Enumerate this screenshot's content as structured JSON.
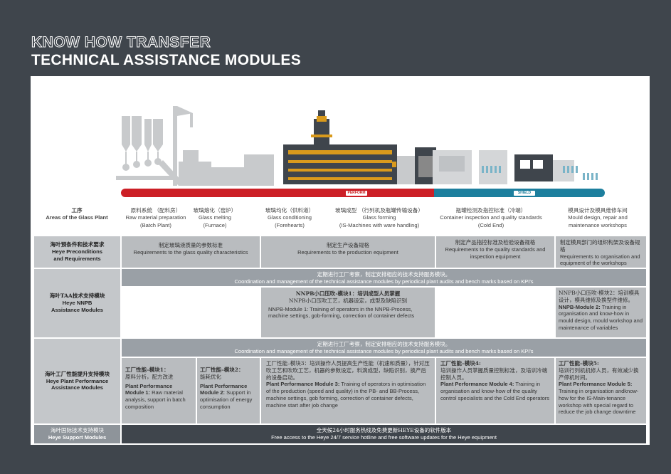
{
  "header": {
    "title_outline": "KNOW HOW TRANSFER",
    "title": "TECHNICAL ASSISTANCE MODULES"
  },
  "process": {
    "logo_perform": "PERFORM",
    "logo_shield": "SHIELD",
    "areas_label_zh": "工序",
    "areas_label_en": "Areas of the Glass Plant",
    "areas": [
      {
        "zh": "原料系统 （配料房）",
        "en1": "Raw material preparation",
        "en2": "(Batch Plant)"
      },
      {
        "zh": "玻璃熔化（窑炉）",
        "en1": "Glass melting",
        "en2": "(Furnace)"
      },
      {
        "zh": "玻璃均化（供料道）",
        "en1": "Glass conditioning",
        "en2": "(Forehearts)"
      },
      {
        "zh": "玻璃成型 （行列机及瓶罐传输设备）",
        "en1": "Glass forming",
        "en2": "(IS-Machines with ware handling)"
      },
      {
        "zh": "瓶罐检测及指控标准（冷端）",
        "en1": "Container inspection and quality standards",
        "en2": "(Cold End)"
      },
      {
        "zh": "模具设计及模具维修车间",
        "en1": "Mould design, repair and",
        "en2": "maintenance workshops"
      }
    ]
  },
  "rows": {
    "preconditions": {
      "zh": "海叶预条件和技术要求",
      "en1": "Heye Preconditions",
      "en2": "and Requirements",
      "cells": [
        {
          "zh": "制定玻璃液质量的参数标准",
          "en": "Requirements to the glass quality characteristics"
        },
        {
          "zh": "制定生产设备规格",
          "en": "Requirements to the production equipment"
        },
        {
          "zh": "制定产品指控标准及检验设备规格",
          "en": "Requirements to the quality standards and inspection equipment"
        },
        {
          "zh": "制定模具部门的组织构架及设备规格",
          "en": "Requirements to organisation and equipment of the workshops"
        }
      ]
    },
    "nnpb": {
      "zh": "海叶TAA技术支持模块",
      "en1": "Heye NNPB",
      "en2": "Assistance Modules",
      "coord_zh": "定期进行工厂考察，制定安排相应的技术支持服务模块。",
      "coord_en": "Coordination and management of the technical assistance modules by periodical plant audits and bench marks based on KPI's",
      "m1_zh1": "NNPB小口压吹-模块1：培训成型人员掌握",
      "m1_zh2": "NNPB小口压吹工艺，机器设定，成型及缺陷识别",
      "m1_en": "NNPB-Module 1: Training of operators in the NNPB-Process, machine settings, gob-forming, correction of container defects",
      "m2_zh": "NNPB小口压吹-模块2：培训模具设计，模具维修及换型件维修。",
      "m2_en_b": "NNPB-Module 2:",
      "m2_en": "Training in organisation and know-how in mould design, mould workshop and maintenance of variables"
    },
    "performance": {
      "zh": "海叶工厂性能提升支持模块",
      "en1": "Heye Plant Performance",
      "en2": "Assistance Modules",
      "coord_zh": "定期进行工厂考察，制定安排相应的技术支持服务模块。",
      "coord_en": "Coordination and management of the technical assistance modules by periodical plant audits and bench marks based on KPI's",
      "m1_zh1": "工厂性能–模块1：",
      "m1_zh2": "原料分析，配方改进",
      "m1_en_b": "Plant Performance Module 1:",
      "m1_en": "Raw material analysis, support in batch composition",
      "m2_zh1": "工厂性能–模块2：",
      "m2_zh2": "能耗优化",
      "m2_en_b": "Plant Performance Module 2:",
      "m2_en": "Support in optimisation of energy consumption",
      "m3_zh": "工厂性能–模块3：培训操作人员提高生产性能（机速和质量），针对压吹工艺和吹吹工艺，机器的参数设定，料滴成型，缺陷识别，换产后的设备启动。",
      "m3_en_b": "Plant Performance Module 3:",
      "m3_en": "Training of operators in optimisation of the production (speed and quality) in the PB- and BB-Process, machine settings, gob forming, correction of container defects, machine start after job change",
      "m4_zh1": "工厂性能–模块4:",
      "m4_zh2": "培训操作人员掌握质量控制标准，及培训冷端控制人员。",
      "m4_en_b": "Plant Performance Module 4:",
      "m4_en": "Training in organisation and know-how of the quality control specialists and the Cold End operators",
      "m5_zh1": "工厂性能–模块5:",
      "m5_zh2": "培训行列机机修人员，有效减少换产停机时间。",
      "m5_en_b": "Plant Performance Module 5:",
      "m5_en": "Training in organisation andknow-how for the IS-Main-tenance workshop with special regard to reduce the job change downtime"
    },
    "support": {
      "zh": "海叶国际技术支持模块",
      "en": "Heye Support Modules",
      "text_zh": "全天候24小时服务热线及免费更新HEYE设备的软件版本",
      "text_en": "Free access to the Heye 24/7 service hotline and free software updates for the Heye equipment"
    }
  },
  "colors": {
    "background": "#3f454c",
    "perform_bar": "#cc1f26",
    "shield_bar": "#1d7f9e",
    "cell_light": "#b9bcbf",
    "cell_dark": "#9aa0a6"
  }
}
